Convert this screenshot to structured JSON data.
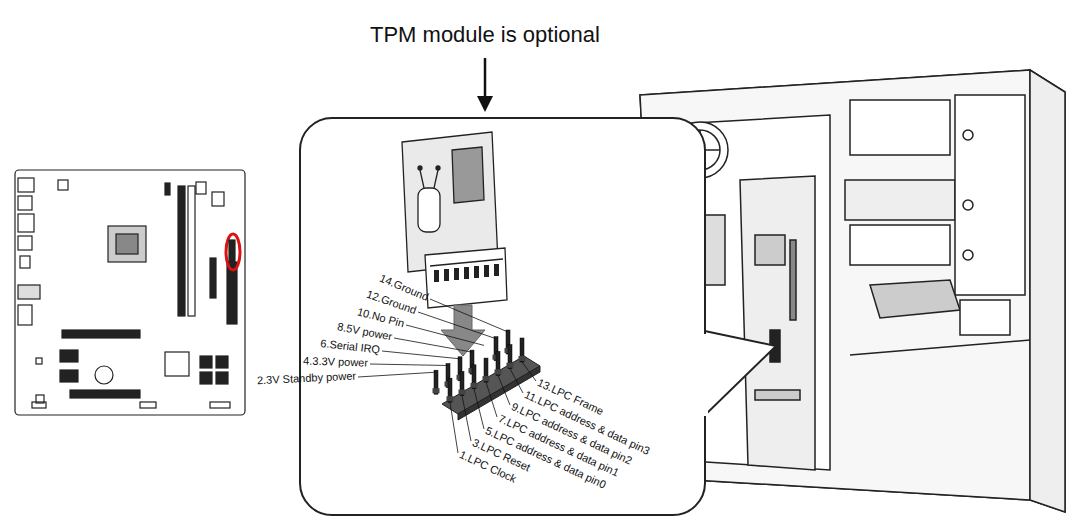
{
  "diagram": {
    "labels": [
      "TPM module is optional",
      "14.Ground",
      "12.Ground",
      "10.No Pin",
      "8.5V power",
      "6.Serial IRQ",
      "4.3.3V power",
      "2.3V Standby power",
      "13.LPC Frame",
      "11.LPC address & data pin3",
      "9.LPC address & data pin2",
      "7.LPC address & data pin1",
      "5.LPC address & data pin0",
      "3.LPC Reset",
      "1.LPC Clock"
    ]
  }
}
